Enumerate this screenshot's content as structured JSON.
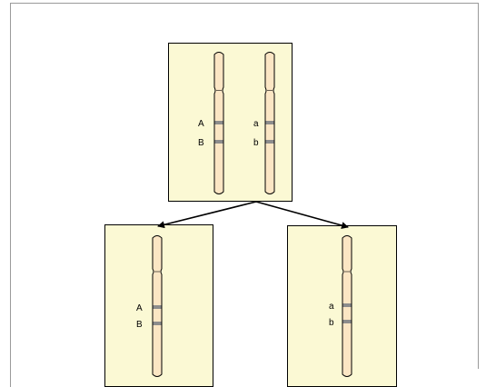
{
  "diagram": {
    "parent_cell": {
      "chromosome_1": {
        "upper_allele": "A",
        "lower_allele": "B"
      },
      "chromosome_2": {
        "upper_allele": "a",
        "lower_allele": "b"
      }
    },
    "daughter_cell_left": {
      "chromosome": {
        "upper_allele": "A",
        "lower_allele": "B"
      }
    },
    "daughter_cell_right": {
      "chromosome": {
        "upper_allele": "a",
        "lower_allele": "b"
      }
    },
    "colors": {
      "cell_fill": "#fbf9d4",
      "chromosome_fill": "#fbe6c4",
      "band_color": "#8c8c8c",
      "outline": "#000000"
    }
  }
}
